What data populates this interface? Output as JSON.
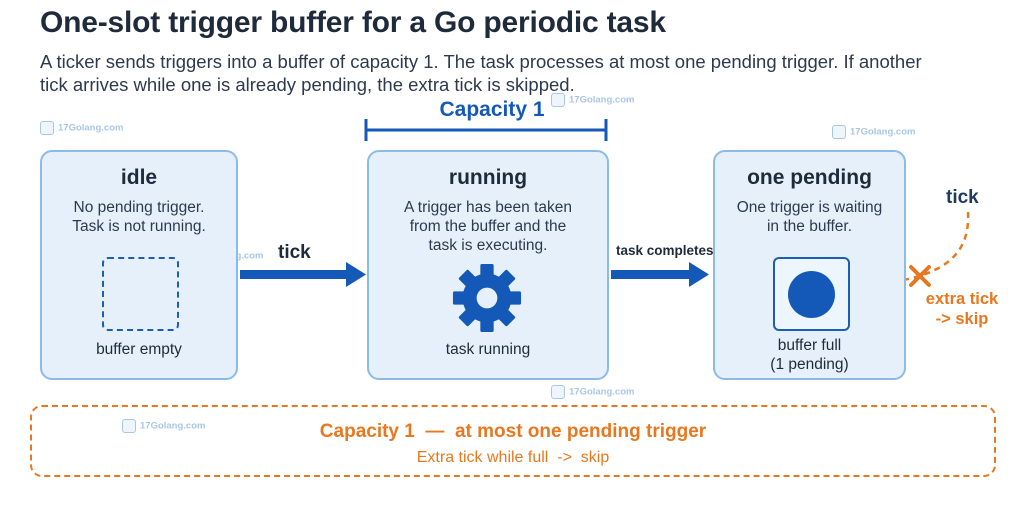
{
  "header": {
    "title": "One-slot trigger buffer for a Go periodic task",
    "subtitle": "A ticker sends triggers into a buffer of capacity 1. The task processes at most one pending trigger. If another tick arrives while one is already pending, the extra tick is skipped."
  },
  "capacity_bracket": {
    "label": "Capacity 1"
  },
  "states": [
    {
      "title": "idle",
      "description_lines": [
        "No pending trigger.",
        "Task is not running."
      ],
      "caption_lines": [
        "buffer empty"
      ]
    },
    {
      "title": "running",
      "description_lines": [
        "A trigger has been taken",
        "from the buffer and the",
        "task is executing."
      ],
      "caption_lines": [
        "task running"
      ],
      "icon": "gear-icon"
    },
    {
      "title": "one pending",
      "description_lines": [
        "One trigger is waiting",
        "in the buffer."
      ],
      "caption_lines": [
        "buffer full",
        "(1 pending)"
      ]
    }
  ],
  "transitions": {
    "idle_to_running": "tick",
    "running_to_pending": "task completes"
  },
  "external_tick": {
    "label": "tick",
    "result_lines": [
      "extra tick",
      "-> skip"
    ],
    "icon": "cross-icon"
  },
  "footer": {
    "line1": "Capacity 1  —  at most one pending trigger",
    "line2": "Extra tick while full  ->  skip"
  },
  "watermark": {
    "text": "17Golang.com"
  },
  "colors": {
    "accent_blue": "#1559b8",
    "box_fill": "#e5f0fb",
    "box_border": "#8dbbe8",
    "orange": "#e8781f",
    "text_dark": "#1f2a3a"
  }
}
